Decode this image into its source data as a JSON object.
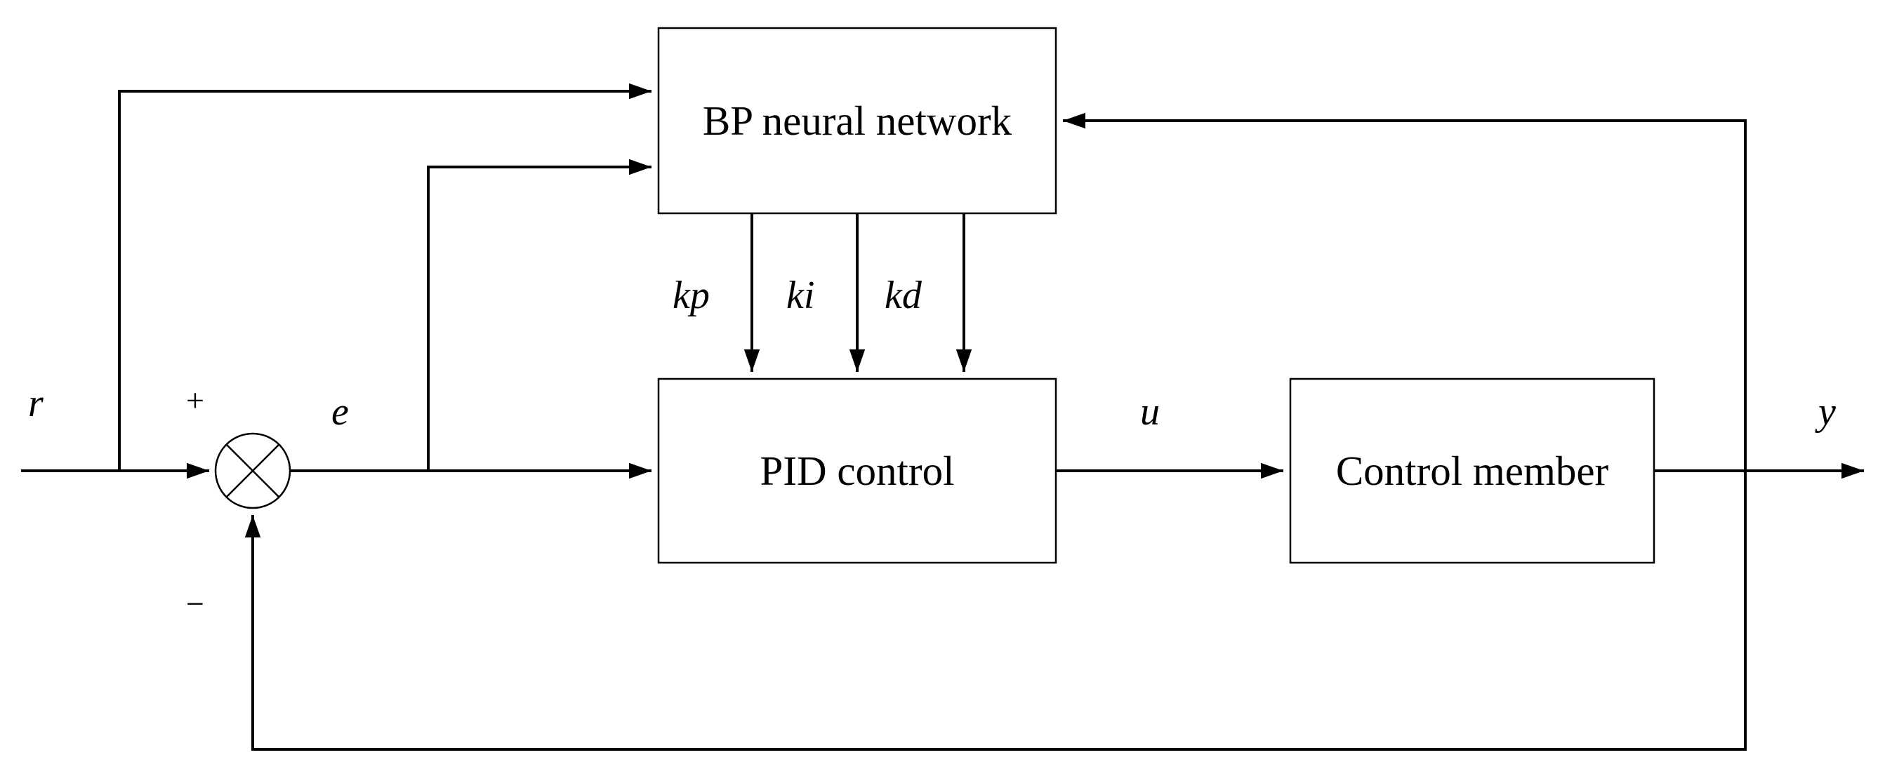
{
  "blocks": {
    "bp_network": "BP neural network",
    "pid_control": "PID control",
    "control_member": "Control member"
  },
  "signals": {
    "reference": "r",
    "error": "e",
    "control_output": "u",
    "plant_output": "y",
    "gain_p": "kp",
    "gain_i": "ki",
    "gain_d": "kd"
  },
  "summing_junction": {
    "plus_sign": "+",
    "minus_sign": "−"
  }
}
